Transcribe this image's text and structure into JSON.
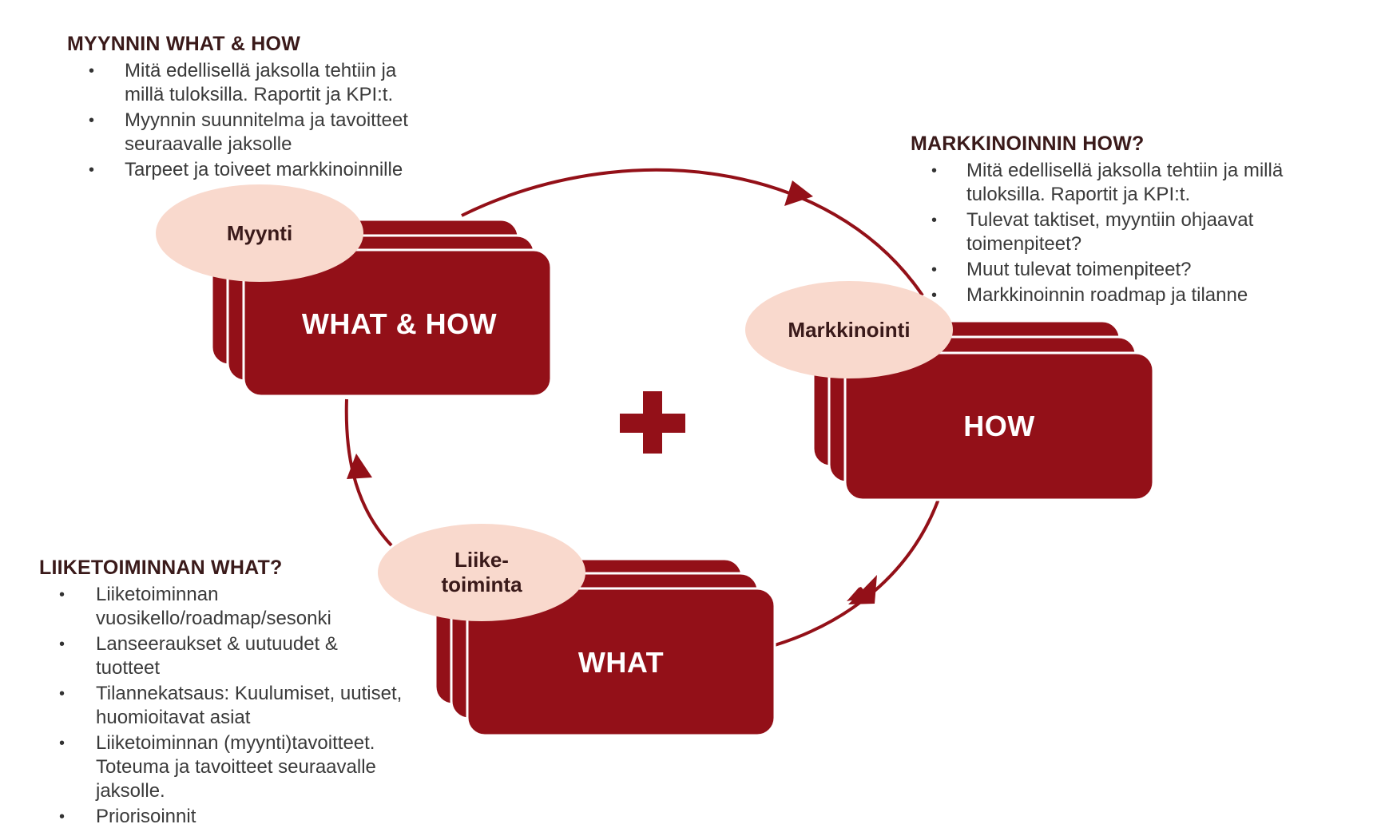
{
  "colors": {
    "card": "#931018",
    "card_edge": "#ffffff",
    "ellipse": "#f9d9cd",
    "arrow": "#931018",
    "title_text": "#3a1a1a",
    "body_text": "#3a3a3a"
  },
  "center_symbol": "plus",
  "sales_block": {
    "title": "MYYNNIN WHAT & HOW",
    "items": [
      "Mitä edellisellä jaksolla tehtiin ja",
      "millä tuloksilla. Raportit ja KPI:t.",
      "Myynnin suunnitelma ja tavoitteet",
      "seuraavalle jaksolle",
      "Tarpeet ja toiveet  markkinoinnille"
    ]
  },
  "marketing_block": {
    "title": "MARKKINOINNIN HOW?",
    "items": [
      "Mitä edellisellä jaksolla tehtiin ja millä",
      "tuloksilla. Raportit ja KPI:t.",
      "Tulevat taktiset, myyntiin ohjaavat",
      "toimenpiteet?",
      "Muut tulevat toimenpiteet?",
      "Markkinoinnin roadmap ja tilanne"
    ]
  },
  "business_block": {
    "title": "LIIKETOIMINNAN WHAT?",
    "items": [
      "Liiketoiminnan",
      "vuosikello/roadmap/sesonki",
      "Lanseeraukset & uutuudet &",
      "tuotteet",
      "Tilannekatsaus: Kuulumiset, uutiset,",
      "huomioitavat asiat",
      "Liiketoiminnan (myynti)tavoitteet.",
      "Toteuma ja tavoitteet seuraavalle",
      "jaksolle.",
      "Priorisoinnit"
    ]
  },
  "cards": {
    "sales": {
      "label": "WHAT & HOW",
      "role": "Myynti"
    },
    "marketing": {
      "label": "HOW",
      "role": "Markkinointi"
    },
    "business": {
      "label": "WHAT",
      "role_line1": "Liike-",
      "role_line2": "toiminta"
    }
  }
}
